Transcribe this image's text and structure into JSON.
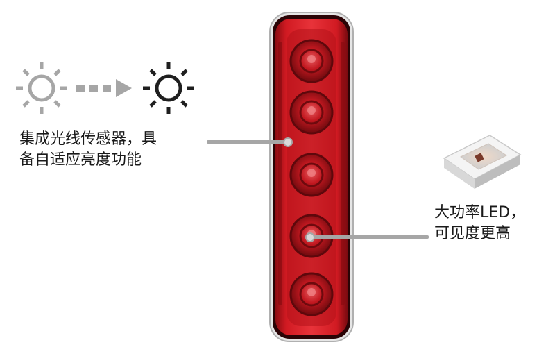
{
  "features": {
    "sensor_text_line1": "集成光线传感器，具",
    "sensor_text_line2": "备自适应亮度功能",
    "led_text_line1": "大功率LED，",
    "led_text_line2": "可见度更高"
  },
  "icons": {
    "dim_sun": "sun-outline-light-icon",
    "arrow": "dashed-arrow-right-icon",
    "bright_sun": "sun-outline-dark-icon",
    "led_chip": "smd-led-chip-icon"
  },
  "colors": {
    "lamp_red": "#c8141c",
    "lamp_dark_red": "#7a0a10",
    "dim_icon": "#a6a6a6",
    "bright_icon": "#1f1f1f",
    "leader": "#a6a6a6"
  }
}
